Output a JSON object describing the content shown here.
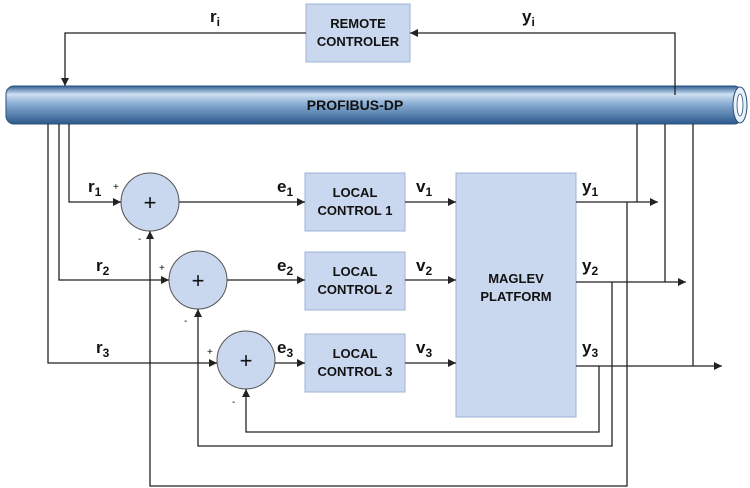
{
  "remote_controller": {
    "line1": "REMOTE",
    "line2": "CONTROLER"
  },
  "bus": {
    "label": "PROFIBUS-DP"
  },
  "platform": {
    "line1": "MAGLEV",
    "line2": "PLATFORM"
  },
  "local_controls": [
    {
      "line1": "LOCAL",
      "line2": "CONTROL 1"
    },
    {
      "line1": "LOCAL",
      "line2": "CONTROL 2"
    },
    {
      "line1": "LOCAL",
      "line2": "CONTROL 3"
    }
  ],
  "remote_signals": {
    "r": {
      "base": "r",
      "sub": "i"
    },
    "y": {
      "base": "y",
      "sub": "i"
    }
  },
  "channels": [
    {
      "r": {
        "base": "r",
        "sub": "1"
      },
      "e": {
        "base": "e",
        "sub": "1"
      },
      "v": {
        "base": "v",
        "sub": "1"
      },
      "y": {
        "base": "y",
        "sub": "1"
      },
      "plus": "+",
      "minus": "-",
      "sum": "+"
    },
    {
      "r": {
        "base": "r",
        "sub": "2"
      },
      "e": {
        "base": "e",
        "sub": "2"
      },
      "v": {
        "base": "v",
        "sub": "2"
      },
      "y": {
        "base": "y",
        "sub": "2"
      },
      "plus": "+",
      "minus": "-",
      "sum": "+"
    },
    {
      "r": {
        "base": "r",
        "sub": "3"
      },
      "e": {
        "base": "e",
        "sub": "3"
      },
      "v": {
        "base": "v",
        "sub": "3"
      },
      "y": {
        "base": "y",
        "sub": "3"
      },
      "plus": "+",
      "minus": "-",
      "sum": "+"
    }
  ],
  "colors": {
    "block_fill": "#c9d7ef",
    "bus_light": "#cfe0f2",
    "bus_dark": "#3d6fa3",
    "line": "#222222"
  }
}
